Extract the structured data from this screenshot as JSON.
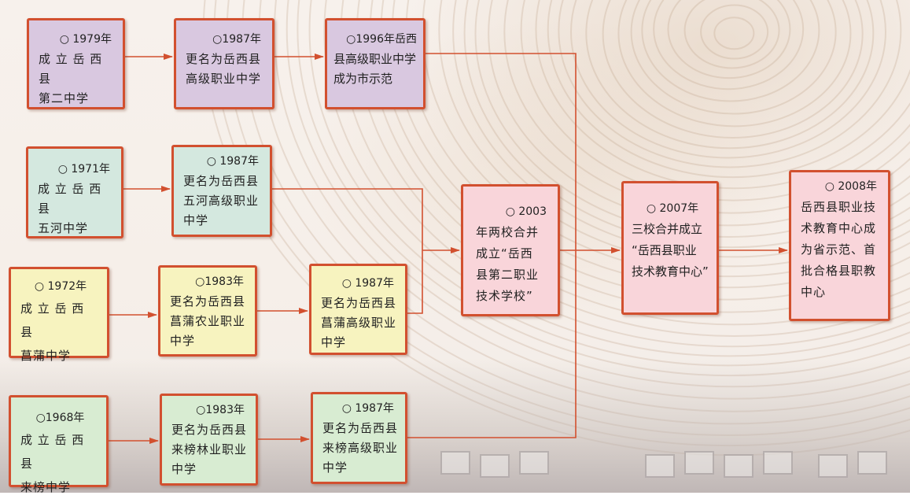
{
  "colors": {
    "border": "#d2502f",
    "line": "#d2502f",
    "purple_fill": "#d9c8e0",
    "mint_fill": "#d4e8df",
    "yellow_fill": "#f7f3bf",
    "green_fill": "#d8ecd2",
    "pink_fill": "#f9d5da"
  },
  "nodes": {
    "r1c1": {
      "year": "○ 1979年",
      "text": "成 立 岳 西 县\n第二中学"
    },
    "r1c2": {
      "year": "○1987年",
      "text": "更名为岳西县\n高级职业中学"
    },
    "r1c3": {
      "year": "○1996年岳西",
      "text": "县高级职业中学\n成为市示范"
    },
    "r2c1": {
      "year": "○ 1971年",
      "text": "成 立 岳 西 县\n五河中学"
    },
    "r2c2": {
      "year": "○ 1987年",
      "text": "更名为岳西县\n五河高级职业\n中学"
    },
    "r3c1": {
      "year": "○ 1972年",
      "text": "成 立 岳 西 县\n菖蒲中学"
    },
    "r3c2": {
      "year": "○1983年",
      "text": "更名为岳西县\n菖蒲农业职业\n中学"
    },
    "r3c3": {
      "year": "○ 1987年",
      "text": "更名为岳西县\n菖蒲高级职业\n中学"
    },
    "r4c1": {
      "year": "○1968年",
      "text": "成 立 岳 西 县\n来榜中学"
    },
    "r4c2": {
      "year": "○1983年",
      "text": "更名为岳西县\n来榜林业职业\n中学"
    },
    "r4c3": {
      "year": "○ 1987年",
      "text": "更名为岳西县\n来榜高级职业\n中学"
    },
    "m2003": {
      "year": "○ 2003",
      "text": "年两校合并\n成立“岳西\n县第二职业\n技术学校”"
    },
    "m2007": {
      "year": "○ 2007年",
      "text": "三校合并成立\n“岳西县职业\n技术教育中心”"
    },
    "m2008": {
      "year": "○ 2008年",
      "text": "岳西县职业技\n术教育中心成\n为省示范、首\n批合格县职教\n中心"
    }
  }
}
